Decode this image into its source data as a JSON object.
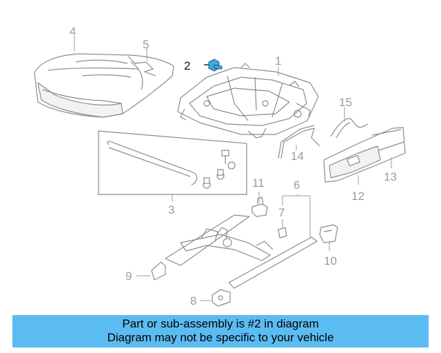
{
  "callouts": {
    "c1": "1",
    "c2": "2",
    "c3": "3",
    "c4": "4",
    "c5": "5",
    "c6": "6",
    "c7": "7",
    "c8": "8",
    "c9": "9",
    "c10": "10",
    "c11": "11",
    "c12": "12",
    "c13": "13",
    "c14": "14",
    "c15": "15"
  },
  "highlight_part": "2",
  "colors": {
    "banner": "#5bbcf2",
    "highlight_part": "#3fa9e0",
    "line_art": "#8a8a8a"
  },
  "banner": {
    "line1": "Part or sub-assembly is #2 in diagram",
    "line2": "Diagram may not be specific to your vehicle"
  }
}
